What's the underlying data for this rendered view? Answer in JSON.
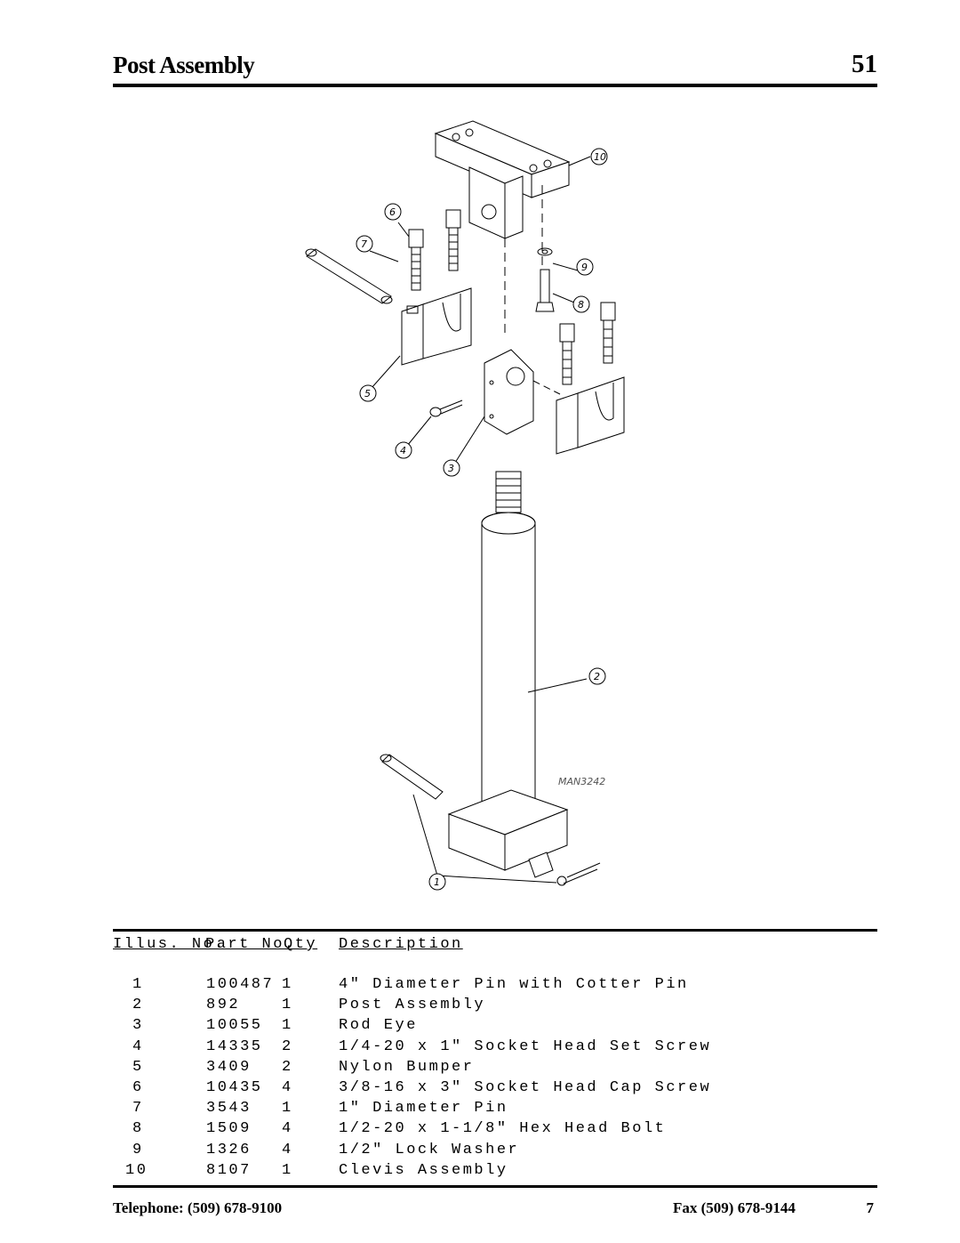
{
  "header": {
    "title": "Post Assembly",
    "page_number": "51"
  },
  "diagram": {
    "drawing_id": "MAN3242",
    "callouts": [
      "1",
      "2",
      "3",
      "4",
      "5",
      "6",
      "7",
      "8",
      "9",
      "10"
    ]
  },
  "parts_table": {
    "headers": {
      "illus_no": "Illus. No.",
      "part_no": "Part No.",
      "qty": "Qty",
      "description": "Description"
    },
    "rows": [
      {
        "illus": "1",
        "part": "100487",
        "qty": "1",
        "desc": "4\" Diameter Pin with Cotter Pin"
      },
      {
        "illus": "2",
        "part": "892",
        "qty": "1",
        "desc": "Post Assembly"
      },
      {
        "illus": "3",
        "part": "10055",
        "qty": "1",
        "desc": "Rod Eye"
      },
      {
        "illus": "4",
        "part": "14335",
        "qty": "2",
        "desc": "1/4-20 x 1\" Socket Head Set Screw"
      },
      {
        "illus": "5",
        "part": "3409",
        "qty": "2",
        "desc": "Nylon Bumper"
      },
      {
        "illus": "6",
        "part": "10435",
        "qty": "4",
        "desc": "3/8-16 x 3\" Socket Head Cap Screw"
      },
      {
        "illus": "7",
        "part": "3543",
        "qty": "1",
        "desc": "1\" Diameter Pin"
      },
      {
        "illus": "8",
        "part": "1509",
        "qty": "4",
        "desc": "1/2-20 x 1-1/8\" Hex Head Bolt"
      },
      {
        "illus": "9",
        "part": "1326",
        "qty": "4",
        "desc": "1/2\" Lock Washer"
      },
      {
        "illus": "10",
        "part": "8107",
        "qty": "1",
        "desc": "Clevis Assembly"
      }
    ]
  },
  "footer": {
    "telephone": "Telephone: (509) 678-9100",
    "fax": "Fax (509) 678-9144",
    "page": "7"
  }
}
